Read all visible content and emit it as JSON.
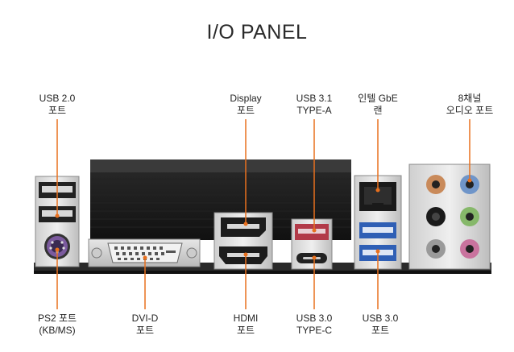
{
  "title": "I/O PANEL",
  "labels": {
    "usb20": {
      "l1": "USB 2.0",
      "l2": "포트"
    },
    "display": {
      "l1": "Display",
      "l2": "포트"
    },
    "usb31": {
      "l1": "USB 3.1",
      "l2": "TYPE-A"
    },
    "gbe": {
      "l1": "인텔 GbE",
      "l2": "랜"
    },
    "audio": {
      "l1": "8채널",
      "l2": "오디오 포트"
    },
    "ps2": {
      "l1": "PS2 포트",
      "l2": "(KB/MS)"
    },
    "dvid": {
      "l1": "DVI-D",
      "l2": "포트"
    },
    "hdmi": {
      "l1": "HDMI",
      "l2": "포트"
    },
    "usb30c": {
      "l1": "USB 3.0",
      "l2": "TYPE-C"
    },
    "usb30": {
      "l1": "USB 3.0",
      "l2": "포트"
    }
  },
  "colors": {
    "leader_line": "#e8701e",
    "usb3_blue": "#2f5fb5",
    "usb31_red": "#b23a48",
    "ps2_purple": "#7b5a9e",
    "audio_orange": "#c98a5a",
    "audio_blue": "#6f95c9",
    "audio_green": "#86b86a",
    "audio_pink": "#c9739e",
    "audio_black": "#1a1a1a",
    "audio_grey": "#9a9a9a"
  }
}
